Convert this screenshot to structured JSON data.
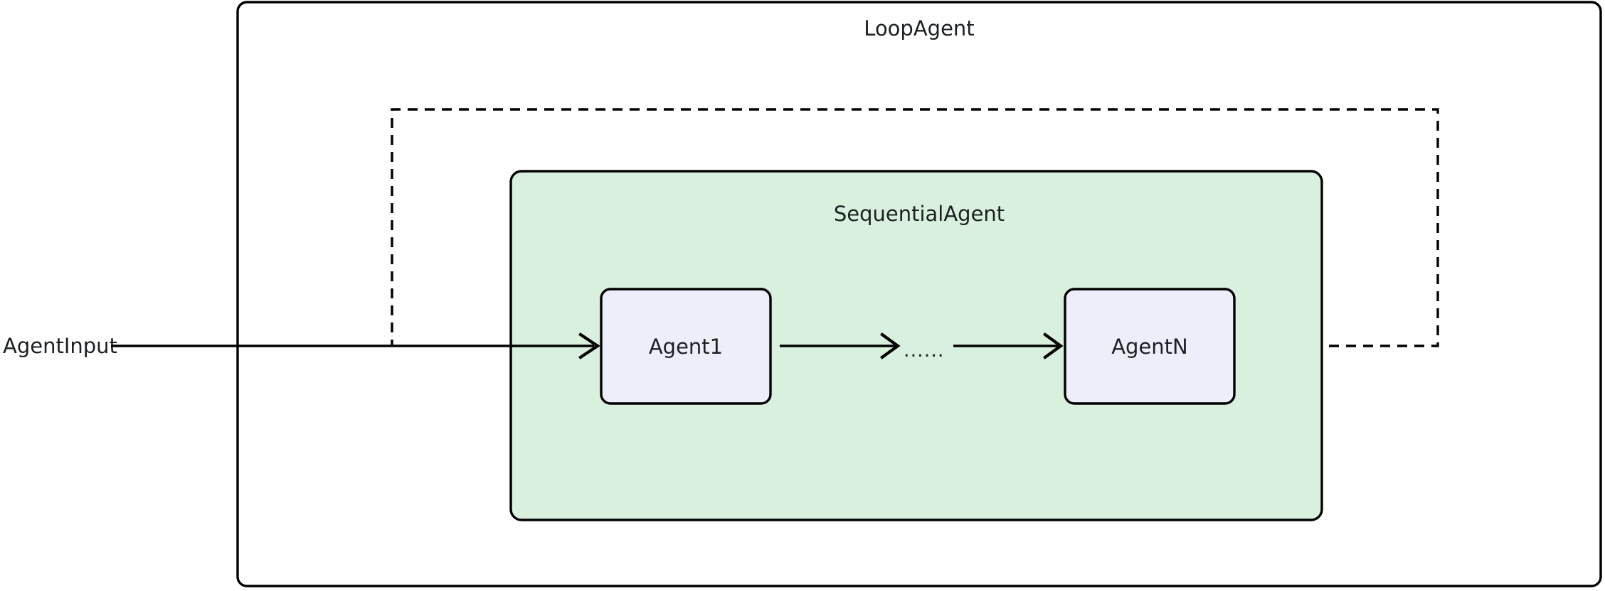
{
  "diagram": {
    "title": "LoopAgent",
    "type": "agent-architecture-diagram",
    "outer_container": {
      "label": "LoopAgent",
      "fill": "#ffffff",
      "stroke": "#000000"
    },
    "inner_container": {
      "label": "SequentialAgent",
      "fill": "#d8f0dd",
      "stroke": "#000000"
    },
    "input": {
      "label": "AgentInput"
    },
    "nodes": [
      {
        "id": "agent1",
        "label": "Agent1",
        "fill": "#eceff9",
        "stroke": "#000000"
      },
      {
        "id": "agentN",
        "label": "AgentN",
        "fill": "#eceff9",
        "stroke": "#000000"
      }
    ],
    "ellipsis": {
      "label": "......"
    },
    "edges": [
      {
        "id": "input-to-agent1",
        "from": "AgentInput",
        "to": "Agent1",
        "style": "solid",
        "arrow": true
      },
      {
        "id": "agent1-to-ellipsis",
        "from": "Agent1",
        "to": "......",
        "style": "solid",
        "arrow": true
      },
      {
        "id": "ellipsis-to-agentN",
        "from": "......",
        "to": "AgentN",
        "style": "solid",
        "arrow": true
      },
      {
        "id": "agentN-loopback",
        "from": "AgentN",
        "to": "AgentInput",
        "style": "dashed",
        "arrow": false
      }
    ],
    "colors": {
      "background": "#ffffff",
      "stroke": "#000000",
      "text": "#1c2023",
      "sequential_fill": "#d8f0dd",
      "agent_fill": "#eceff9"
    }
  }
}
